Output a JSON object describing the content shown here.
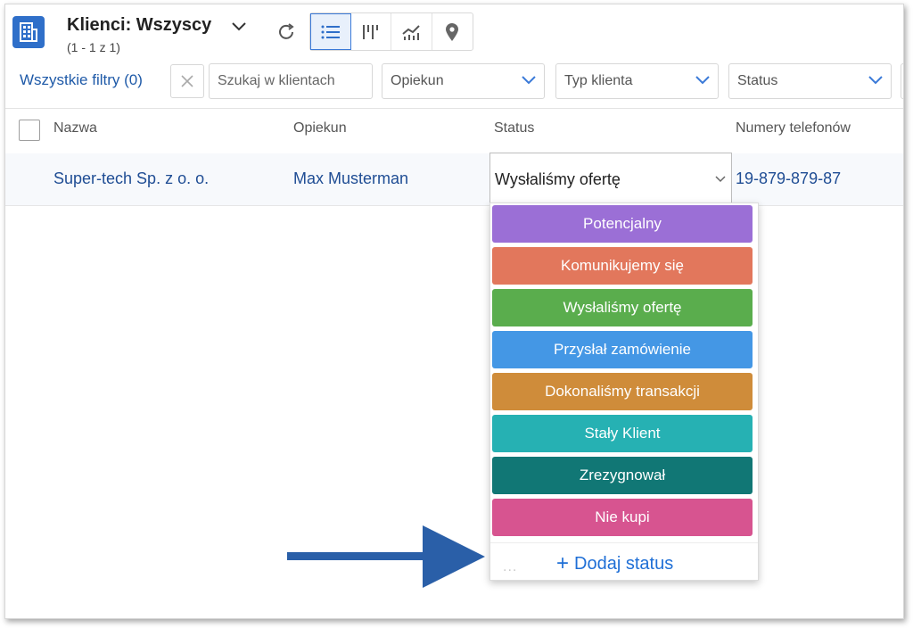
{
  "header": {
    "title": "Klienci: Wszyscy",
    "subtitle": "(1 - 1 z 1)",
    "app_icon": "building-icon",
    "toolbar_icons": [
      "refresh-icon",
      "list-view-icon",
      "pipeline-view-icon",
      "chart-view-icon",
      "map-view-icon"
    ]
  },
  "filters": {
    "all_filters_label": "Wszystkie filtry (0)",
    "search_placeholder": "Szukaj w klientach",
    "opiekun_label": "Opiekun",
    "typ_label": "Typ klienta",
    "status_label": "Status"
  },
  "table": {
    "columns": [
      "Nazwa",
      "Opiekun",
      "Status",
      "Numery telefonów"
    ],
    "rows": [
      {
        "nazwa": "Super-tech Sp. z o. o.",
        "opiekun": "Max Musterman",
        "status": "Wysłaliśmy ofertę",
        "telefon": "19-879-879-87"
      }
    ]
  },
  "status_dropdown": {
    "options": [
      {
        "label": "Potencjalny",
        "color": "#9b6fd6"
      },
      {
        "label": "Komunikujemy się",
        "color": "#e2775c"
      },
      {
        "label": "Wysłaliśmy ofertę",
        "color": "#5aad4d"
      },
      {
        "label": "Przysłał zamówienie",
        "color": "#4497e5"
      },
      {
        "label": "Dokonaliśmy transakcji",
        "color": "#cf8c3a"
      },
      {
        "label": "Stały Klient",
        "color": "#26b1b3"
      },
      {
        "label": "Zrezygnował",
        "color": "#117775"
      },
      {
        "label": "Nie kupi",
        "color": "#d75490"
      }
    ],
    "add_label": "Dodaj status",
    "more_dots": "..."
  },
  "colors": {
    "accent": "#2f6fc9",
    "link": "#1f4d94",
    "arrow": "#2a5fa8"
  }
}
